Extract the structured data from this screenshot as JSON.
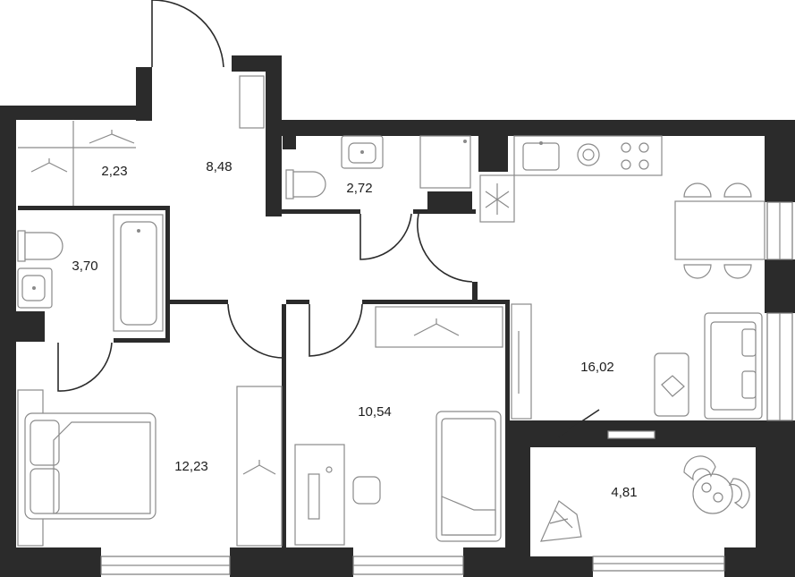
{
  "rooms": [
    {
      "id": "wardrobe",
      "area": "2,23"
    },
    {
      "id": "hallway",
      "area": "8,48"
    },
    {
      "id": "wc",
      "area": "2,72"
    },
    {
      "id": "bathroom",
      "area": "3,70"
    },
    {
      "id": "kitchen-living",
      "area": "16,02"
    },
    {
      "id": "bedroom-1",
      "area": "10,54"
    },
    {
      "id": "bedroom-2",
      "area": "12,23"
    },
    {
      "id": "balcony",
      "area": "4,81"
    }
  ],
  "colors": {
    "wall": "#2b2b2b",
    "furniture": "#8a8a8a",
    "background": "#ffffff"
  }
}
